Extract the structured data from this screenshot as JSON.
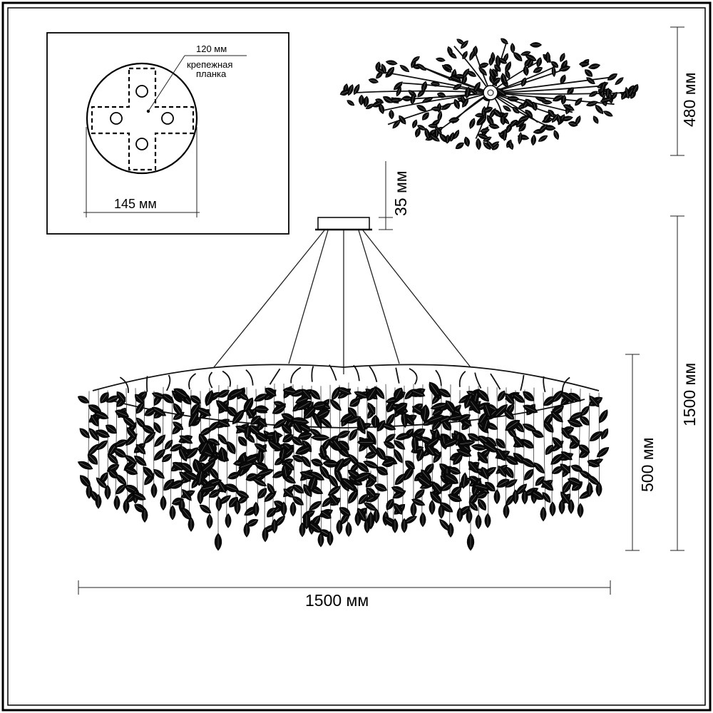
{
  "labels": {
    "width_total": "1500 мм",
    "height_total": "1500 мм",
    "height_body": "500 мм",
    "height_top_view": "480 мм",
    "canopy_height": "35 мм",
    "base_diameter": "145 мм",
    "bracket_size": "120 мм",
    "bracket_name_line1": "крепежная",
    "bracket_name_line2": "планка"
  }
}
